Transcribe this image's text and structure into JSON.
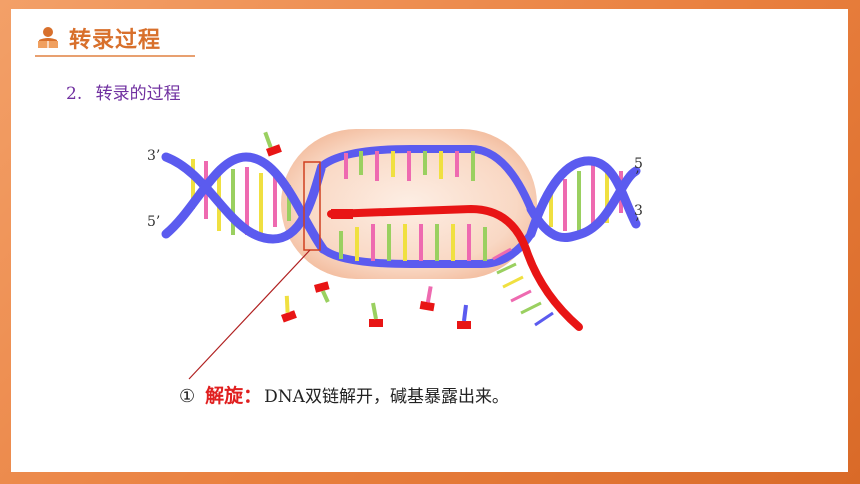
{
  "header": {
    "title": "转录过程",
    "icon": "reading-person-icon",
    "accent": "#d8702c"
  },
  "subtitle": {
    "number": "2.",
    "text": "转录的过程"
  },
  "diagram": {
    "labels": {
      "left_top": "3’",
      "left_bottom": "5’",
      "right_top_num": "5",
      "right_top_mark": "’",
      "right_bottom_num": "3",
      "right_bottom_mark": "’"
    },
    "colors": {
      "dna_strand": "#5b5bef",
      "rna_strand": "#e81515",
      "bubble": "#f2b898",
      "highlight_box": "#d04020"
    }
  },
  "caption": {
    "marker": "①",
    "term": "解旋：",
    "text": "DNA双链解开，碱基暴露出来。"
  }
}
